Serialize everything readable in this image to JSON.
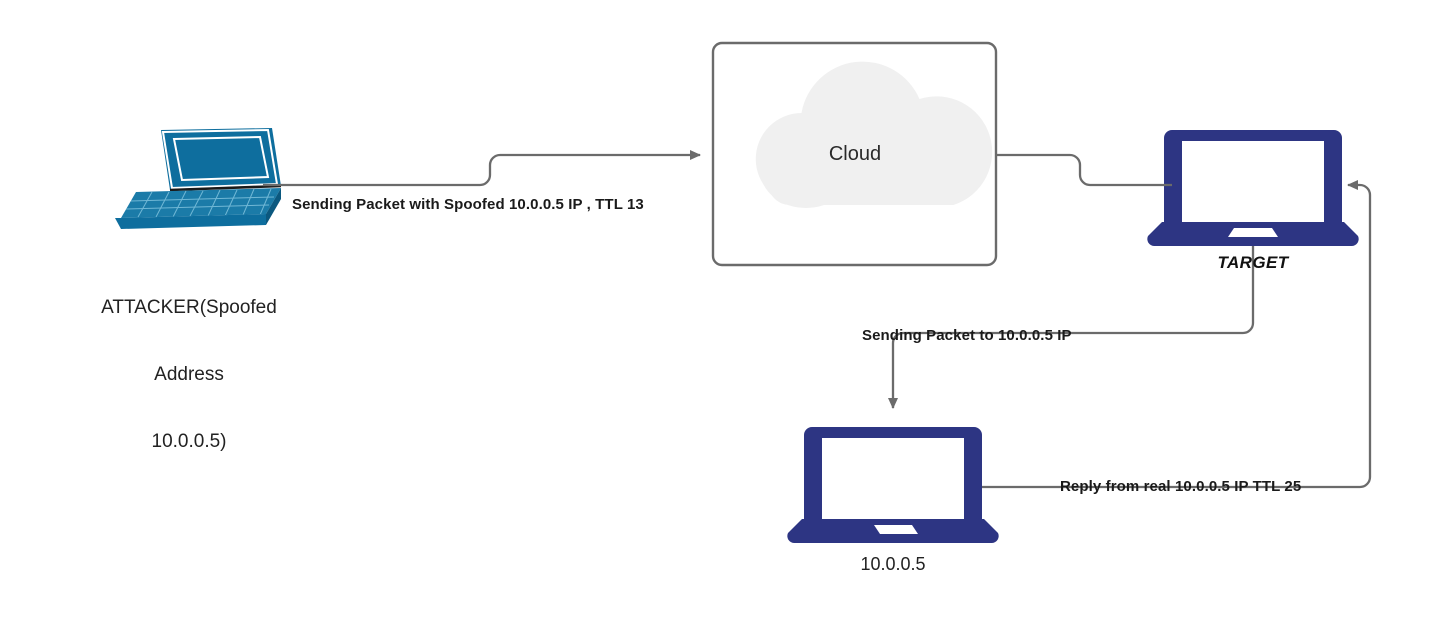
{
  "diagram": {
    "title": "IP Spoofing / TTL Reflection Attack Diagram",
    "background": "#ffffff",
    "colors": {
      "attacker_device": "#0e6e9e",
      "navy_device": "#2d3583",
      "connector": "#6b6b6b",
      "cloud_fill": "#f0f0f0",
      "cloud_border": "#6b6b6b",
      "text": "#1a1a1a"
    }
  },
  "nodes": {
    "attacker": {
      "caption_line1": "ATTACKER(Spoofed",
      "caption_line2": "Address",
      "caption_line3": "10.0.0.5)",
      "icon": "laptop-isometric-icon"
    },
    "cloud": {
      "label": "Cloud",
      "icon": "cloud-icon"
    },
    "target": {
      "caption": "TARGET",
      "icon": "laptop-front-icon"
    },
    "victim": {
      "caption": "10.0.0.5",
      "icon": "laptop-front-icon"
    }
  },
  "edges": [
    {
      "id": "attacker-to-cloud",
      "label": "Sending Packet with Spoofed 10.0.0.5 IP , TTL 13",
      "from": "attacker",
      "to": "cloud",
      "arrow": "end"
    },
    {
      "id": "cloud-to-target",
      "label": "",
      "from": "cloud",
      "to": "target",
      "arrow": "none"
    },
    {
      "id": "target-to-victim",
      "label": "Sending Packet to 10.0.0.5 IP",
      "from": "target",
      "to": "victim",
      "arrow": "end"
    },
    {
      "id": "victim-to-target",
      "label": "Reply from real 10.0.0.5 IP TTL 25",
      "from": "victim",
      "to": "target",
      "arrow": "end"
    }
  ]
}
